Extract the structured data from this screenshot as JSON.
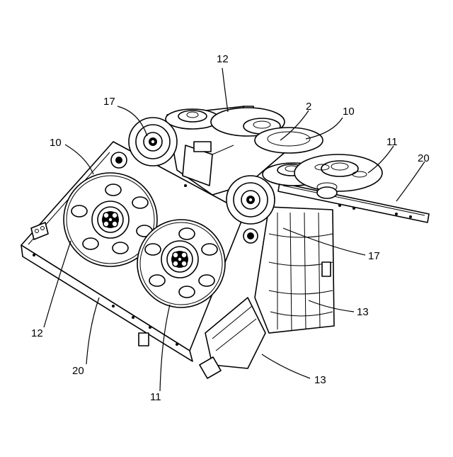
{
  "figure": {
    "labels": [
      {
        "id": "label-12-top",
        "text": "12"
      },
      {
        "id": "label-17-left",
        "text": "17"
      },
      {
        "id": "label-2",
        "text": "2"
      },
      {
        "id": "label-10-right",
        "text": "10"
      },
      {
        "id": "label-10-left",
        "text": "10"
      },
      {
        "id": "label-11-right",
        "text": "11"
      },
      {
        "id": "label-20-right",
        "text": "20"
      },
      {
        "id": "label-17-right",
        "text": "17"
      },
      {
        "id": "label-13-upper",
        "text": "13"
      },
      {
        "id": "label-12-left",
        "text": "12"
      },
      {
        "id": "label-20-left",
        "text": "20"
      },
      {
        "id": "label-13-lower",
        "text": "13"
      },
      {
        "id": "label-11-bottom",
        "text": "11"
      }
    ]
  }
}
